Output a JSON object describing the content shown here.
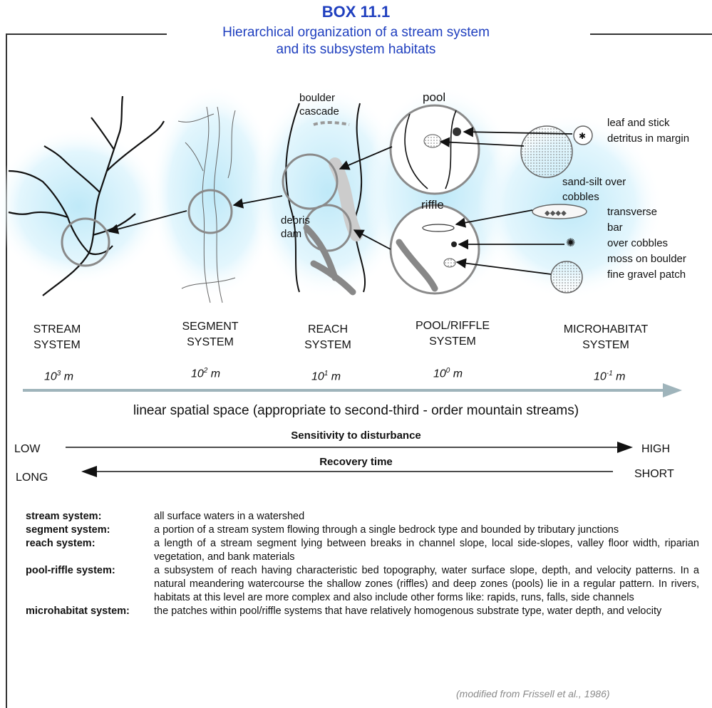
{
  "box": {
    "number": "BOX 11.1",
    "title_line1": "Hierarchical organization of a stream system",
    "title_line2": "and its subsystem habitats"
  },
  "systems": [
    {
      "line1": "STREAM",
      "line2": "SYSTEM",
      "scale_base": "10",
      "scale_exp": "3",
      "scale_unit": " m"
    },
    {
      "line1": "SEGMENT",
      "line2": "SYSTEM",
      "scale_base": "10",
      "scale_exp": "2",
      "scale_unit": " m"
    },
    {
      "line1": "REACH",
      "line2": "SYSTEM",
      "scale_base": "10",
      "scale_exp": "1",
      "scale_unit": " m"
    },
    {
      "line1": "POOL/RIFFLE",
      "line2": "SYSTEM",
      "scale_base": "10",
      "scale_exp": "0",
      "scale_unit": " m"
    },
    {
      "line1": "MICROHABITAT",
      "line2": "SYSTEM",
      "scale_base": "10",
      "scale_exp": "-1",
      "scale_unit": " m"
    }
  ],
  "labels": {
    "boulder_cascade_1": "boulder",
    "boulder_cascade_2": "cascade",
    "pool": "pool",
    "riffle": "riffle",
    "debris_dam_1": "debris",
    "debris_dam_2": "dam",
    "leaf_1": "leaf and stick",
    "leaf_2": "detritus in margin",
    "sand_1": "sand-silt over",
    "sand_2": "cobbles",
    "transverse": "transverse",
    "bar": "bar",
    "over_cobbles": "over cobbles",
    "moss": "moss on boulder",
    "gravel": "fine gravel patch"
  },
  "axis_caption": "linear spatial space (appropriate to second-third - order mountain streams)",
  "sensitivity": {
    "title": "Sensitivity to disturbance",
    "left": "LOW",
    "right": "HIGH"
  },
  "recovery": {
    "title": "Recovery time",
    "left": "LONG",
    "right": "SHORT"
  },
  "definitions": [
    {
      "term": "stream system:",
      "text": "all surface waters in a watershed"
    },
    {
      "term": "segment system:",
      "text": "a portion of a stream system flowing through a single bedrock type and bounded by tributary junctions"
    },
    {
      "term": "reach system:",
      "text": "a length of a stream segment lying between breaks in channel slope, local side-slopes, valley floor width, riparian vegetation, and bank materials"
    },
    {
      "term": "pool-riffle system:",
      "text": "a subsystem of reach having characteristic bed topography, water surface slope, depth, and velocity patterns. In a natural meandering watercourse the shallow zones (riffles) and deep zones (pools) lie in a regular pattern. In rivers, habitats at this level are more complex and also include other forms like: rapids, runs, falls, side channels"
    },
    {
      "term": "microhabitat system:",
      "text": "the patches within pool/riffle systems that have relatively homogenous substrate type,  water depth, and velocity"
    }
  ],
  "source": "(modified from Frissell et al., 1986)",
  "colors": {
    "title_blue": "#1f3fbf",
    "glow": "#cfeefa",
    "circle_gray": "#8a8a8a",
    "axis_arrow": "#9fb4bb"
  }
}
